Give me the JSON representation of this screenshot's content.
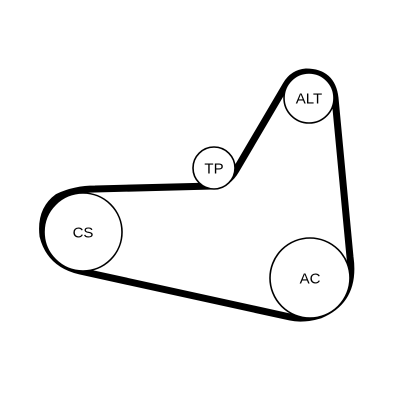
{
  "colors": {
    "belt": "#000000",
    "pulley_stroke": "#000000",
    "pulley_fill": "#ffffff",
    "text": "#000000",
    "background": "#ffffff"
  },
  "pulleys": [
    {
      "id": "cs",
      "label": "CS"
    },
    {
      "id": "tp",
      "label": "TP"
    },
    {
      "id": "alt",
      "label": "ALT"
    },
    {
      "id": "ac",
      "label": "AC"
    }
  ]
}
